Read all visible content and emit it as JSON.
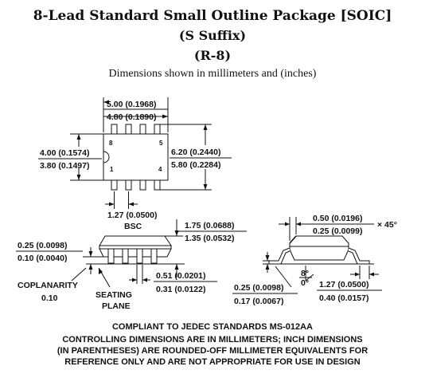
{
  "header": {
    "title_line1": "8-Lead Standard Small Outline Package [SOIC]",
    "title_line2": "(S Suffix)",
    "title_line3": "(R-8)",
    "subtitle": "Dimensions shown in millimeters and (inches)"
  },
  "top_view": {
    "body_length_max": "5.00 (0.1968)",
    "body_length_min": "4.80 (0.1890)",
    "body_width_max": "4.00 (0.1574)",
    "body_width_min": "3.80 (0.1497)",
    "overall_width_max": "6.20 (0.2440)",
    "overall_width_min": "5.80 (0.2284)",
    "pin_labels": [
      "8",
      "5",
      "1",
      "4"
    ],
    "pitch": "1.27 (0.0500)",
    "pitch_note": "BSC"
  },
  "side_view": {
    "height_max": "1.75 (0.0688)",
    "height_min": "1.35 (0.0532)",
    "standoff_max": "0.25 (0.0098)",
    "standoff_min": "0.10 (0.0040)",
    "lead_width_max": "0.51 (0.0201)",
    "lead_width_min": "0.31 (0.0122)",
    "coplanarity_label": "COPLANARITY",
    "coplanarity_value": "0.10",
    "seating_label_1": "SEATING",
    "seating_label_2": "PLANE"
  },
  "end_view": {
    "chamfer_max": "0.50 (0.0196)",
    "chamfer_min": "0.25 (0.0099)",
    "chamfer_angle": "× 45°",
    "angle_max": "8°",
    "angle_min": "0°",
    "lead_thickness_max": "0.25 (0.0098)",
    "lead_thickness_min": "0.17 (0.0067)",
    "foot_length_max": "1.27 (0.0500)",
    "foot_length_min": "0.40 (0.0157)"
  },
  "notes": {
    "line1": "COMPLIANT TO JEDEC STANDARDS MS-012AA",
    "line2": "CONTROLLING DIMENSIONS ARE IN MILLIMETERS; INCH DIMENSIONS",
    "line3": "(IN PARENTHESES) ARE ROUNDED-OFF MILLIMETER EQUIVALENTS FOR",
    "line4": "REFERENCE ONLY AND ARE NOT APPROPRIATE FOR USE IN DESIGN"
  }
}
